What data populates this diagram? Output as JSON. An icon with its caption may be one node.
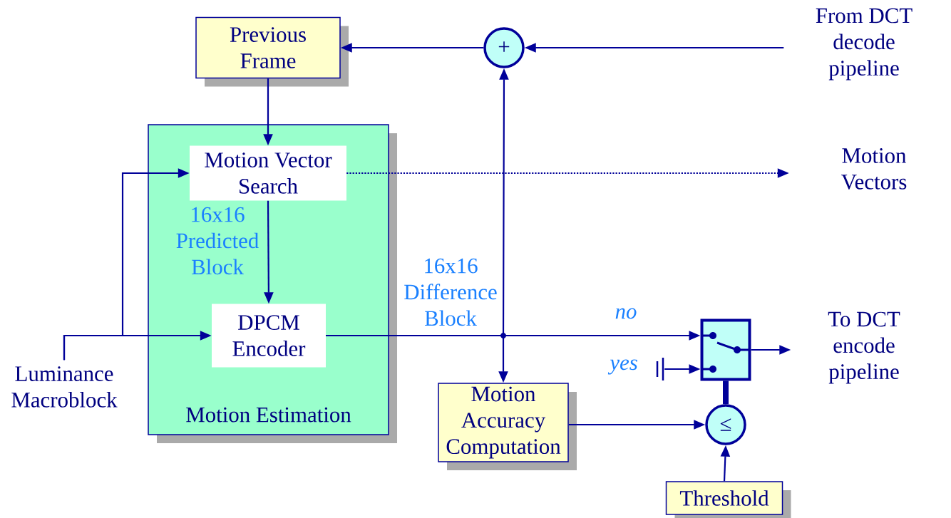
{
  "diagram": {
    "nodes": [
      {
        "text": [
          "Previous Frame"
        ]
      },
      {
        "text": [
          "+"
        ]
      },
      {
        "text": [
          "From DCT decode pipeline"
        ]
      },
      {
        "text": [
          "Motion Estimation"
        ]
      },
      {
        "text": [
          "Motion Vector Search"
        ],
        "in": 3
      },
      {
        "text": [
          "DPCM Encoder"
        ],
        "in": 3
      },
      {
        "text": [
          "Motion Vectors"
        ]
      },
      {
        "text": [
          "Luminance Macroblock"
        ]
      },
      {
        "text": [],
        "shape": "box"
      },
      {
        "text": [
          "To DCT encode pipeline"
        ]
      },
      {
        "text": [
          "Motion Accuracy Computation"
        ]
      },
      {
        "text": [
          "≤"
        ]
      },
      {
        "text": [
          "Threshold"
        ]
      },
      {
        "text": [],
        "shape": "bar",
        "beside": [
          "yes"
        ]
      }
    ],
    "edges": [
      {
        "from": 1,
        "to": 0,
        "arrow": "to"
      },
      {
        "from": 2,
        "to": 1,
        "arrow": "to"
      },
      {
        "from": 0,
        "to": 4,
        "arrow": "to"
      },
      {
        "from": 7,
        "to": 4,
        "arrow": "to"
      },
      {
        "from": 7,
        "to": 5,
        "arrow": "to"
      },
      {
        "from": 4,
        "to": 6,
        "arrow": "to",
        "style": "dashed"
      },
      {
        "from": 4,
        "to": 5,
        "arrow": "to",
        "label": "16x16 Predicted Block"
      },
      {
        "from": 5,
        "to": 8,
        "arrow": "to",
        "label": "no"
      },
      {
        "from": 5,
        "to": 1,
        "arrow": "to",
        "label": "16x16 Difference Block"
      },
      {
        "from": 5,
        "to": 10,
        "arrow": "to"
      },
      {
        "from": 8,
        "to": 9,
        "arrow": "to"
      },
      {
        "from": 10,
        "to": 11,
        "arrow": "to"
      },
      {
        "from": 12,
        "to": 11,
        "arrow": "to"
      },
      {
        "from": 13,
        "to": 8,
        "arrow": "to"
      },
      {
        "from": 11,
        "to": 8,
        "arrow": "none",
        "style": "thick"
      }
    ]
  }
}
